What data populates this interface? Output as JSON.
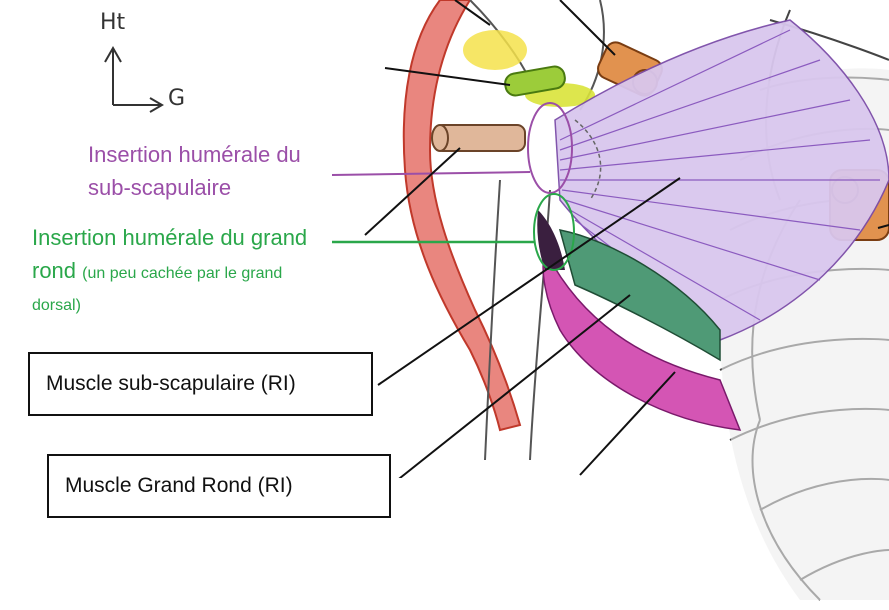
{
  "axes": {
    "up": "Ht",
    "right": "G"
  },
  "labels": {
    "subscap_insertion_line1": "Insertion humérale du",
    "subscap_insertion_line2": "sub-scapulaire",
    "teres_insertion_line1": "Insertion humérale du grand",
    "teres_insertion_line2": "rond",
    "teres_insertion_note_line2": "(un peu cachée par le grand",
    "teres_insertion_note_line3": "dorsal)"
  },
  "boxes": {
    "subscapularis": "Muscle sub-scapulaire (RI)",
    "teres_major": "Muscle Grand Rond (RI)"
  },
  "colors": {
    "purple": "#9b4fa8",
    "green": "#2aa74a",
    "bone_outline": "#555555",
    "artery": "#d9534f",
    "tendon": "#c98a5b",
    "muscle_violet": "#b48fd6",
    "muscle_green": "#3f8f6a",
    "muscle_magenta": "#c2319a"
  }
}
